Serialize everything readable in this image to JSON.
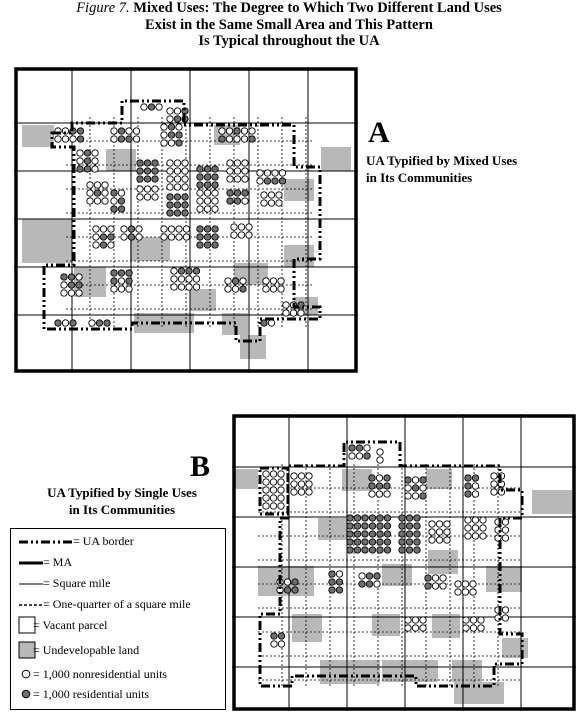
{
  "figure": {
    "label": "Figure 7.",
    "title_line1": "Mixed Uses: The Degree to Which Two Different Land Uses",
    "title_line2": "Exist in the Same Small Area and This Pattern",
    "title_line3": "Is Typical throughout the UA"
  },
  "panel_a": {
    "letter": "A",
    "caption_line1": "UA Typified by Mixed Uses",
    "caption_line2": "in Its Communities"
  },
  "panel_b": {
    "letter": "B",
    "caption_line1": "UA Typified by Single Uses",
    "caption_line2": "in Its Communities"
  },
  "legend": {
    "items": [
      {
        "symbol": "ua-border",
        "label": "= UA border"
      },
      {
        "symbol": "ma",
        "label": "= MA"
      },
      {
        "symbol": "square-mile",
        "label": "= Square mile"
      },
      {
        "symbol": "quarter-square-mile",
        "label": "= One-quarter of a square mile"
      },
      {
        "symbol": "vacant-parcel",
        "label": "= Vacant parcel"
      },
      {
        "symbol": "undevelopable-land",
        "label": "= Undevelopable land"
      },
      {
        "symbol": "nonresidential-unit",
        "label": "= 1,000 nonresidential units"
      },
      {
        "symbol": "residential-unit",
        "label": "= 1,000 residential units"
      }
    ]
  },
  "colors": {
    "undevelopable": "#b8b8b8",
    "residential": "#6e6e6e",
    "nonresidential": "#ffffff",
    "line": "#000000"
  }
}
